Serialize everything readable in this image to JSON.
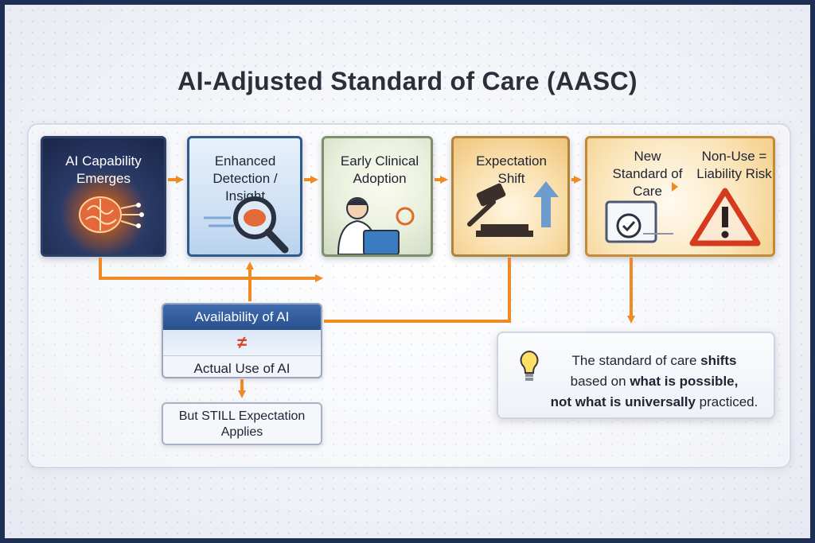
{
  "title": "AI-Adjusted Standard of Care (AASC)",
  "steps": [
    {
      "label": "AI Capability Emerges",
      "icon": "brain-circuit-icon"
    },
    {
      "label": "Enhanced Detection / Insight",
      "icon": "magnifier-brain-icon"
    },
    {
      "label": "Early Clinical Adoption",
      "icon": "doctor-tablet-icon"
    },
    {
      "label": "Expectation Shift",
      "icon": "gavel-up-arrow-icon"
    },
    {
      "label": "New Standard of Care",
      "icon": "clipboard-check-icon"
    }
  ],
  "liability": {
    "label": "Non-Use = Liability Risk",
    "icon": "warning-triangle-icon"
  },
  "availability": {
    "header": "Availability of AI",
    "symbol": "≠",
    "footer": "Actual Use of AI"
  },
  "still": "But STILL Expectation Applies",
  "note": {
    "prefix": "The standard of care ",
    "bold1": "shifts",
    "middle": " based on ",
    "bold2": "what is possible,",
    "bold3": "not what is universally",
    "suffix": " practiced.",
    "icon": "lightbulb-icon"
  },
  "colors": {
    "arrow": "#f08a24",
    "frame": "#1d2f52",
    "warning": "#d63a1e",
    "accent_blue": "#2a4f8c"
  }
}
